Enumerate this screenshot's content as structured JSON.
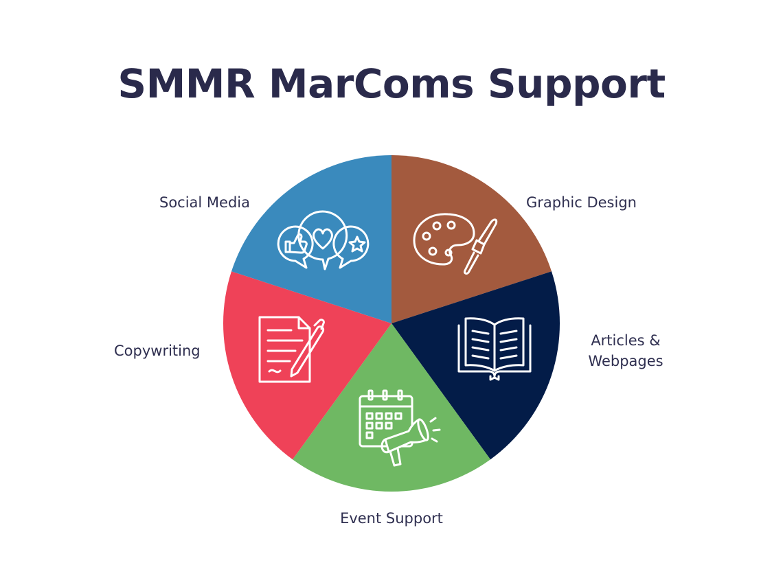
{
  "title": "SMMR MarComs Support",
  "segments": [
    {
      "id": "graphic-design",
      "label_lines": [
        "Graphic Design"
      ],
      "color": "#a35a3e",
      "icon": "palette-icon"
    },
    {
      "id": "articles-webpages",
      "label_lines": [
        "Articles &",
        "Webpages"
      ],
      "color": "#031c48",
      "icon": "open-book-icon"
    },
    {
      "id": "event-support",
      "label_lines": [
        "Event Support"
      ],
      "color": "#6fb863",
      "icon": "calendar-megaphone-icon"
    },
    {
      "id": "copywriting",
      "label_lines": [
        "Copywriting"
      ],
      "color": "#ef4258",
      "icon": "document-pen-icon"
    },
    {
      "id": "social-media",
      "label_lines": [
        "Social Media"
      ],
      "color": "#3a8abd",
      "icon": "social-bubbles-icon"
    }
  ]
}
